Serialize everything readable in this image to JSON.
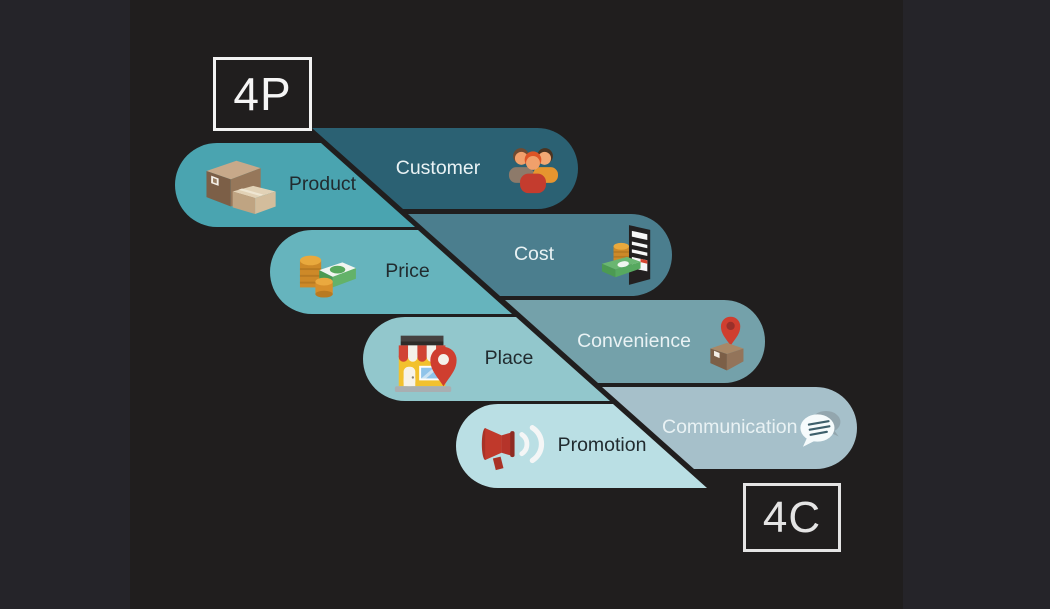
{
  "canvas": {
    "outer_background": "#252429",
    "inner_background": "#201e1e"
  },
  "group_labels": {
    "p": "4P",
    "c": "4C"
  },
  "rows": [
    {
      "p_label": "Product",
      "p_color": "#4aa4b0",
      "p_text_color": "#212b2f",
      "p_icon": "product-boxes-icon",
      "c_label": "Customer",
      "c_color": "#2b6173",
      "c_text_color": "#e9f2f4",
      "c_icon": "customer-people-icon"
    },
    {
      "p_label": "Price",
      "p_color": "#66b4bd",
      "p_text_color": "#212b2f",
      "p_icon": "price-money-icon",
      "c_label": "Cost",
      "c_color": "#4b7e8e",
      "c_text_color": "#e9f2f4",
      "c_icon": "cost-calculator-icon"
    },
    {
      "p_label": "Place",
      "p_color": "#92c7cc",
      "p_text_color": "#212b2f",
      "p_icon": "place-store-icon",
      "c_label": "Convenience",
      "c_color": "#74a1aa",
      "c_text_color": "#e9f2f4",
      "c_icon": "convenience-delivery-pin-icon"
    },
    {
      "p_label": "Promotion",
      "p_color": "#badfe4",
      "p_text_color": "#212b2f",
      "p_icon": "promotion-megaphone-icon",
      "c_label": "Communication",
      "c_color": "#a6c0ca",
      "c_text_color": "#e9f2f4",
      "c_icon": "communication-chat-icon"
    }
  ]
}
